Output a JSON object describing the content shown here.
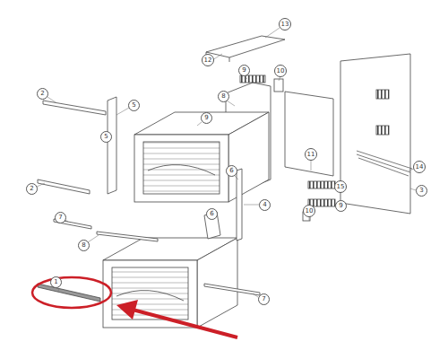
{
  "diagram": {
    "nodes": [
      {
        "text": [
          "13"
        ]
      },
      {
        "text": [
          "12"
        ]
      },
      {
        "text": [
          "9"
        ]
      },
      {
        "text": [
          "10"
        ]
      },
      {
        "text": [
          "8"
        ]
      },
      {
        "text": [
          "2"
        ]
      },
      {
        "text": [
          "5"
        ]
      },
      {
        "text": [
          "3"
        ]
      },
      {
        "text": [
          "5"
        ]
      },
      {
        "text": [
          "9"
        ]
      },
      {
        "text": [
          "11"
        ]
      },
      {
        "text": [
          "14"
        ]
      },
      {
        "text": [
          "2"
        ]
      },
      {
        "text": [
          "6"
        ]
      },
      {
        "text": [
          "4"
        ]
      },
      {
        "text": [
          "15"
        ]
      },
      {
        "text": [
          "9"
        ]
      },
      {
        "text": [
          "10"
        ]
      },
      {
        "text": [
          "7"
        ]
      },
      {
        "text": [
          "8"
        ]
      },
      {
        "text": [
          "6"
        ]
      },
      {
        "text": [
          "7"
        ]
      },
      {
        "text": [
          "1"
        ]
      }
    ]
  }
}
